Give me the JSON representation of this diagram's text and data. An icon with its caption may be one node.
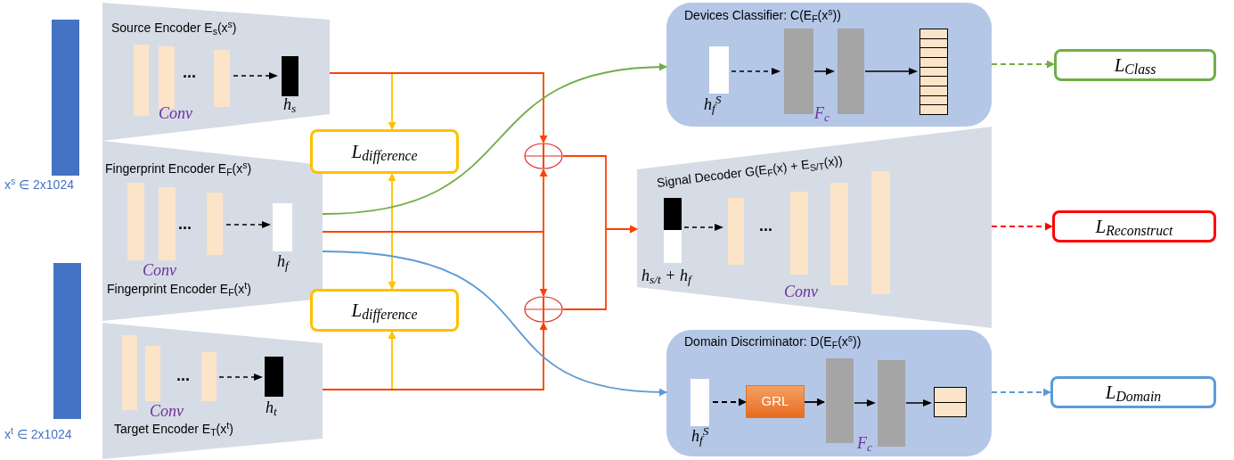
{
  "diagram": {
    "nodes": [
      {
        "text": [],
        "shape": "bar",
        "beside": [
          "x$^{s}$ ∈ 2x1024"
        ]
      },
      {
        "text": [],
        "shape": "bar",
        "beside": [
          "x$^{t}$ ∈ 2x1024"
        ]
      },
      {
        "text": [
          "Source Encoder E$_{s}$(x$^{s}$)",
          "...",
          "h$_{s}$",
          "Conv"
        ]
      },
      {
        "text": [
          "Fingerprint Encoder E$_{F}$(x$^{s}$)",
          "...",
          "h$_{f}$",
          "Conv",
          "Fingerprint Encoder E$_{F}$(x$^{t}$)"
        ]
      },
      {
        "text": [
          "...",
          "h$_{t}$",
          "Conv",
          "Target Encoder E$_{T}$(x$^{t}$)"
        ]
      },
      {
        "text": [
          "L$_{difference}$"
        ]
      },
      {
        "text": [
          "L$_{difference}$"
        ]
      },
      {
        "text": [],
        "shape": "circle"
      },
      {
        "text": [],
        "shape": "circle"
      },
      {
        "text": [
          "Devices Classifier: C(E$_{F}$(x$^{s}$))",
          "h$_{f}$$^{S}$",
          "F$_{c}$"
        ]
      },
      {
        "text": [
          "Signal Decoder G(E$_{F}$(x) + E$_{S/T}$(x))",
          "h$_{s/t}$ + h$_{f}$",
          "...",
          "Conv"
        ]
      },
      {
        "text": [
          "Domain Discriminator: D(E$_{F}$(x$^{s}$))",
          "h$_{f}$$^{S}$",
          "F$_{c}$"
        ]
      },
      {
        "text": [
          "GRL"
        ],
        "in": 11
      },
      {
        "text": [
          "L$_{Class}$"
        ]
      },
      {
        "text": [
          "L$_{Reconstruct}$"
        ]
      },
      {
        "text": [
          "L$_{Domain}$"
        ]
      }
    ],
    "edges": [
      {
        "from": 2,
        "to": 5,
        "arrow": "to",
        "color": "#ffc000"
      },
      {
        "from": 3,
        "to": 5,
        "arrow": "to",
        "color": "#ffc000"
      },
      {
        "from": 3,
        "to": 6,
        "arrow": "to",
        "color": "#ffc000"
      },
      {
        "from": 4,
        "to": 6,
        "arrow": "to",
        "color": "#ffc000"
      },
      {
        "from": 2,
        "to": 7,
        "arrow": "to",
        "color": "#ff4000"
      },
      {
        "from": 3,
        "to": 7,
        "arrow": "to",
        "color": "#ff4000"
      },
      {
        "from": 3,
        "to": 8,
        "arrow": "to",
        "color": "#ff4000"
      },
      {
        "from": 4,
        "to": 8,
        "arrow": "to",
        "color": "#ff4000"
      },
      {
        "from": 7,
        "to": 10,
        "arrow": "to",
        "color": "#ff4000"
      },
      {
        "from": 8,
        "to": 10,
        "arrow": "to",
        "color": "#ff4000"
      },
      {
        "from": 3,
        "to": 9,
        "arrow": "to",
        "color": "#70ad47"
      },
      {
        "from": 3,
        "to": 11,
        "arrow": "to",
        "color": "#5b9bd5"
      },
      {
        "from": 9,
        "to": 13,
        "arrow": "to",
        "style": "dashed",
        "color": "#70ad47"
      },
      {
        "from": 10,
        "to": 14,
        "arrow": "to",
        "style": "dashed",
        "color": "#ff0000"
      },
      {
        "from": 11,
        "to": 15,
        "arrow": "to",
        "style": "dashed",
        "color": "#5b9bd5"
      },
      {
        "from": null,
        "to": 12,
        "arrow": "to",
        "style": "dashed",
        "color": "#000000"
      },
      {
        "from": 12,
        "to": null,
        "arrow": "to",
        "color": "#000000"
      }
    ]
  }
}
